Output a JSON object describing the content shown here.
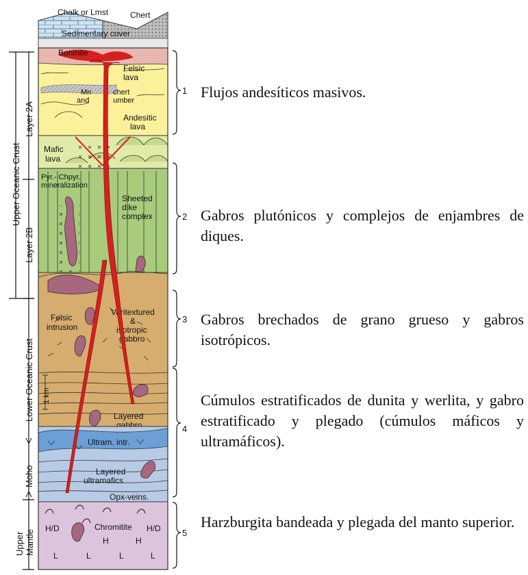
{
  "column": {
    "top_labels": {
      "chalk": "Chalk or Lmst",
      "chert": "Chert",
      "sediment": "Sedimentary cover"
    },
    "labels": {
      "boninite": "Boninite",
      "felsic_lava_1": "Felsic",
      "felsic_lava_2": "lava",
      "mn_1": "Mn",
      "mn_2": "and",
      "chert_umber_1": "chert",
      "chert_umber_2": "umber",
      "andesitic_1": "Andesitic",
      "andesitic_2": "lava",
      "mafic_1": "Mafic",
      "mafic_2": "lava",
      "pyr_1": "Pyr.- Chpyr.",
      "pyr_2": "mineralization",
      "sheeted_1": "Sheeted",
      "sheeted_2": "dike",
      "sheeted_3": "complex",
      "felsic_intr_1": "Felsic",
      "felsic_intr_2": "intrusion",
      "varitex_1": "Varitextured",
      "varitex_2": "&",
      "varitex_3": "isotropic",
      "varitex_4": "gabbro",
      "scale": "1 km",
      "layered_gabbro_1": "Layered",
      "layered_gabbro_2": "gabbro",
      "ultram_intr": "Ultram. intr.",
      "layered_ultra_1": "Layered",
      "layered_ultra_2": "ultramafics",
      "opx": "Opx-veins.",
      "chromitite": "Chromitite",
      "h_d": "H/D",
      "h": "H",
      "l": "L"
    },
    "side_labels": {
      "upper_crust": "Upper Oceanic Crust",
      "layer_2a": "Layer 2A",
      "layer_2b": "Layer 2B",
      "lower_crust": "Lower Oceanic Crust",
      "moho": "Moho",
      "upper_mantle_1": "Upper",
      "upper_mantle_2": "Mantle"
    },
    "numbers": [
      "1",
      "2",
      "3",
      "4",
      "5"
    ]
  },
  "descriptions": [
    "Flujos andesíticos masivos.",
    "Gabros plutónicos y complejos de enjambres de diques.",
    "Gabros brechados de grano grueso y gabros isotrópicos.",
    "Cúmulos estratificados de dunita y werlita, y gabro estratificado y plegado (cúmulos máficos y ultramáficos).",
    "Harzburgita bandeada y plegada del manto superior."
  ],
  "colors": {
    "limestone": "#cfe3f2",
    "chert": "#c9c9c9",
    "sediment": "#e8b8b0",
    "lava": "#fbf19a",
    "mafic": "#e1eba8",
    "dikes": "#a8cc7c",
    "gabbro": "#d6ad6e",
    "ultramafic": "#6b9fd6",
    "layered_ultra": "#b8cbe6",
    "mantle": "#dcc5dc",
    "feeder": "#d42020",
    "intrusion": "#a8667f"
  }
}
